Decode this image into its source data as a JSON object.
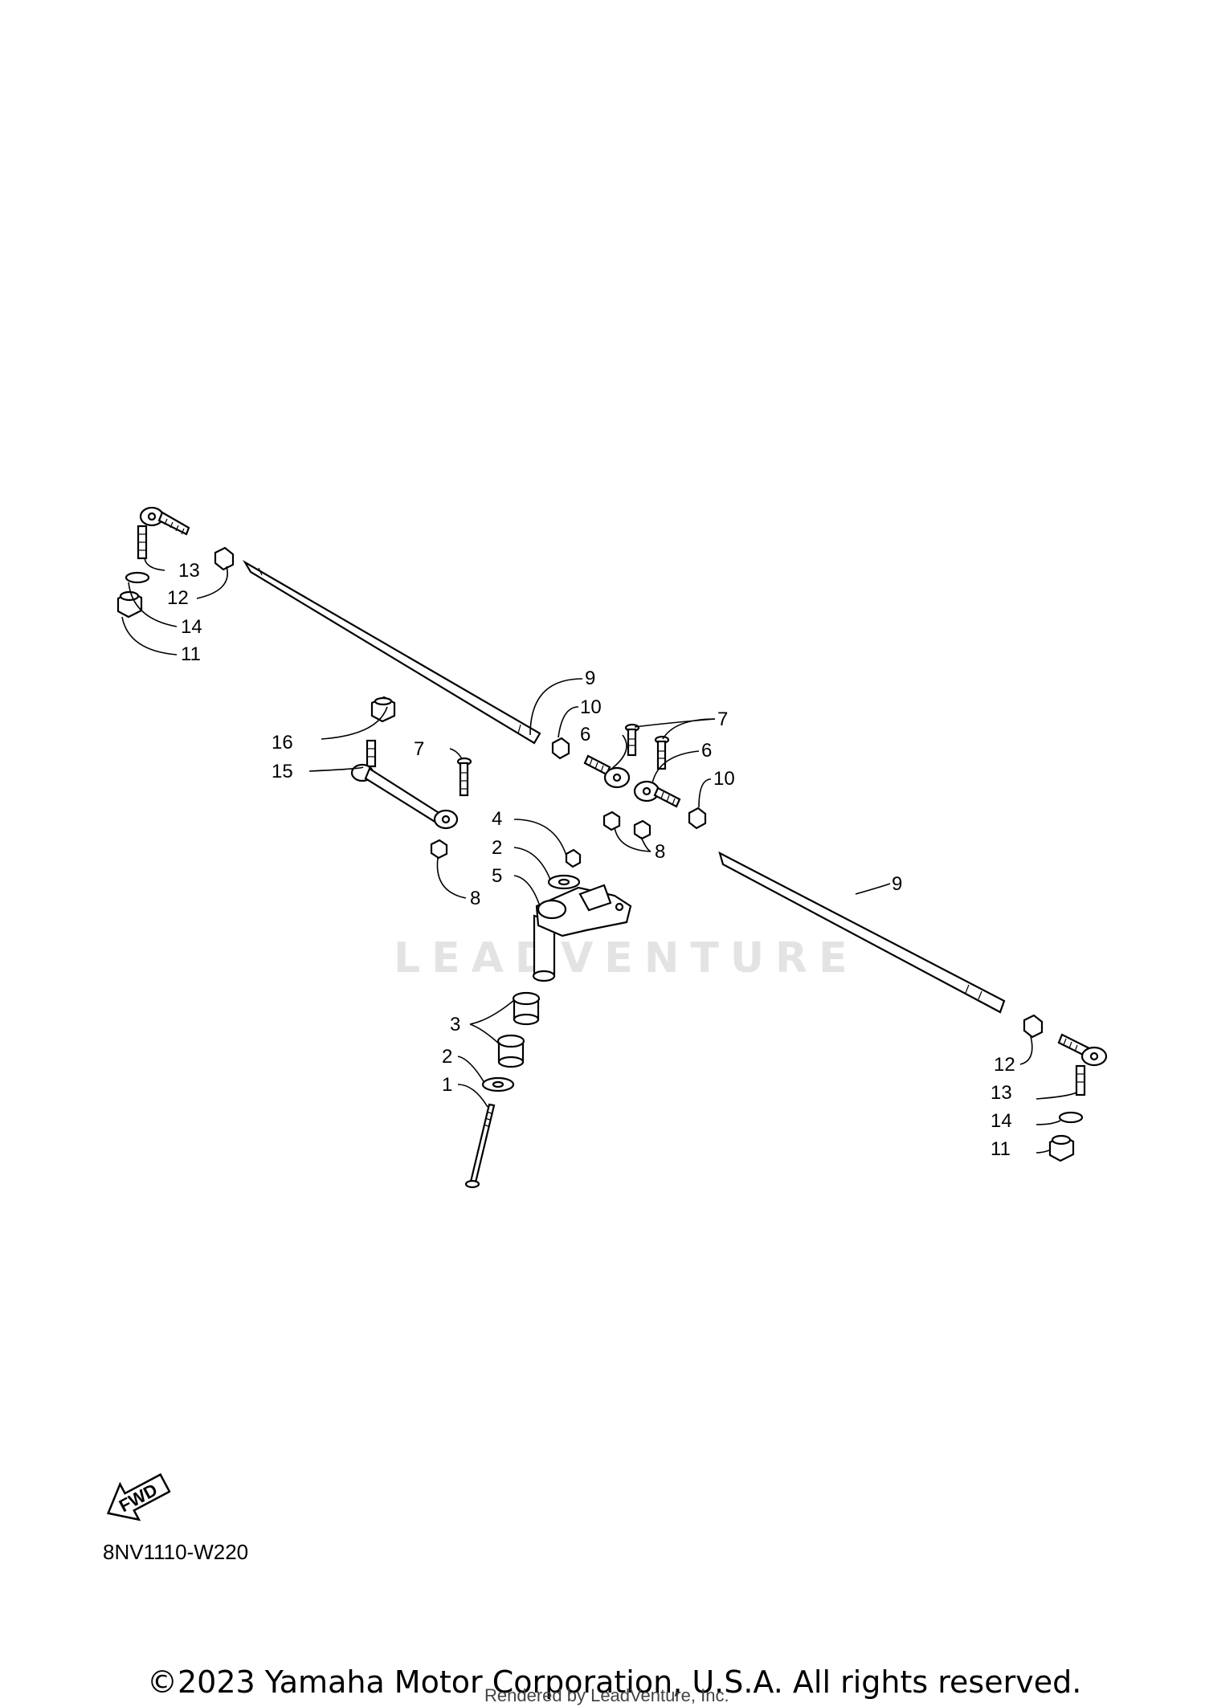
{
  "watermark": "LEADVENTURE",
  "diagram_code": "8NV1110-W220",
  "fwd_label": "FWD",
  "copyright": "©2023 Yamaha Motor Corporation, U.S.A. All rights reserved.",
  "render_credit": "Rendered by LeadVenture, Inc.",
  "callouts": {
    "c1": "1",
    "c2a": "2",
    "c2b": "2",
    "c3": "3",
    "c4": "4",
    "c5": "5",
    "c6a": "6",
    "c6b": "6",
    "c7a": "7",
    "c7b": "7",
    "c8a": "8",
    "c8b": "8",
    "c9a": "9",
    "c9b": "9",
    "c10a": "10",
    "c10b": "10",
    "c11a": "11",
    "c11b": "11",
    "c12a": "12",
    "c12b": "12",
    "c13a": "13",
    "c13b": "13",
    "c14a": "14",
    "c14b": "14",
    "c15": "15",
    "c16": "16"
  }
}
